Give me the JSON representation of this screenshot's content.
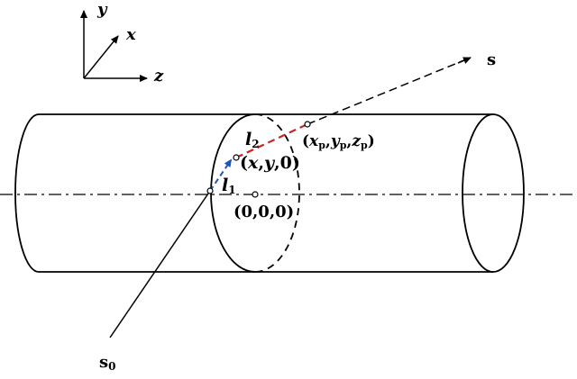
{
  "axes": {
    "y_label": "y",
    "x_label": "x",
    "z_label": "z"
  },
  "labels": {
    "s": "s",
    "s0_main": "s",
    "s0_sub": "0",
    "l2_main": "l",
    "l2_sub": "2",
    "l1_main": "l",
    "l1_sub": "1",
    "p_open": "(",
    "p_x": "x",
    "p_x_sub": "p",
    "p_comma1": ",",
    "p_y": "y",
    "p_y_sub": "p",
    "p_comma2": ",",
    "p_z": "z",
    "p_z_sub": "p",
    "p_close": ")",
    "mid_open": "(",
    "mid_x": "x",
    "mid_comma1": ",",
    "mid_y": "y",
    "mid_comma2": ",",
    "mid_zero": "0",
    "mid_close": ")",
    "origin": "(0,0,0)"
  },
  "colors": {
    "ray_red": "#cc2222",
    "ray_blue": "#2255bb",
    "line": "#000000"
  }
}
